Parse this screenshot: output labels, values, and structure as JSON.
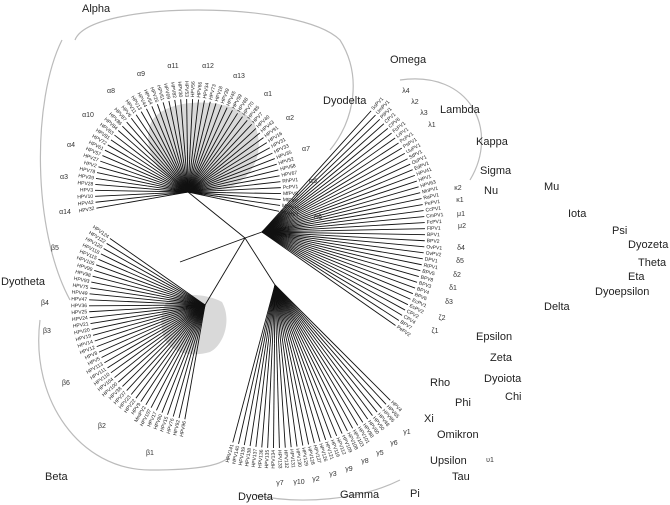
{
  "colors": {
    "branch": "#111111",
    "bracket": "#bbbbbb",
    "blob": "#d9d9d9"
  },
  "clades": {
    "alpha": "Alpha",
    "omega": "Omega",
    "dyodelta": "Dyodelta",
    "lambda": "Lambda",
    "kappa": "Kappa",
    "sigma": "Sigma",
    "mu": "Mu",
    "nu": "Nu",
    "iota": "Iota",
    "psi": "Psi",
    "dyozeta": "Dyozeta",
    "theta": "Theta",
    "eta": "Eta",
    "dyoepsilon": "Dyoepsilon",
    "delta": "Delta",
    "epsilon": "Epsilon",
    "zeta": "Zeta",
    "dyoiota": "Dyoiota",
    "rho": "Rho",
    "chi": "Chi",
    "phi": "Phi",
    "xi": "Xi",
    "omikron": "Omikron",
    "upsilon": "Upsilon",
    "tau": "Tau",
    "pi": "Pi",
    "gamma": "Gamma",
    "dyoeta": "Dyoeta",
    "beta": "Beta",
    "dyotheta": "Dyotheta"
  },
  "species": {
    "a12": "α12",
    "a13": "α13",
    "a1": "α1",
    "a11": "α11",
    "a2": "α2",
    "a7": "α7",
    "a9": "α9",
    "a5": "α5",
    "a8": "α8",
    "a6": "α6",
    "a10": "α10",
    "a4": "α4",
    "a3": "α3",
    "a14": "α14",
    "b5": "β5",
    "b4": "β4",
    "b3": "β3",
    "b6": "β6",
    "b2": "β2",
    "b1": "β1",
    "l4": "λ4",
    "l2": "λ2",
    "l3": "λ3",
    "l1": "λ1",
    "k2": "κ2",
    "k1": "κ1",
    "m1": "μ1",
    "m2": "μ2",
    "d4": "δ4",
    "d5": "δ5",
    "d2": "δ2",
    "d1": "δ1",
    "d3": "δ3",
    "z1": "ζ1",
    "z2": "ζ2",
    "u1": "υ1",
    "g1": "γ1",
    "g7": "γ7",
    "g6": "γ6",
    "g10": "γ10",
    "g3": "γ3",
    "g2": "γ2",
    "g8": "γ8",
    "g9": "γ9",
    "g5": "γ5"
  },
  "leaves": {
    "alpha": [
      "HPV32",
      "HPV42",
      "HPV10",
      "HPV3",
      "HPV28",
      "HPV29",
      "HPV78",
      "HPV2",
      "HPV27",
      "HPV57",
      "HPV61",
      "HPV72",
      "HPV81",
      "HPV83",
      "HPV84",
      "HPV86",
      "HPV87",
      "HPV6",
      "HPV11",
      "HPV13",
      "HPV44",
      "HPV54",
      "HPV26",
      "HPV51",
      "HPV69",
      "HPV82",
      "HPV30",
      "HPV53",
      "HPV56",
      "HPV66",
      "HPV34",
      "HPV73",
      "HPV18",
      "HPV39",
      "HPV45",
      "HPV59",
      "HPV68",
      "HPV70",
      "HPV85",
      "HPV7",
      "HPV40",
      "HPV43",
      "HPV91",
      "HPV16",
      "HPV31",
      "HPV33",
      "HPV35",
      "HPV52",
      "HPV58",
      "HPV67",
      "RhPV1",
      "PcPV1",
      "MfPV8",
      "MfPV9",
      "MfPV11",
      "MmPV1"
    ],
    "right": [
      "SsPV1",
      "UmPV1",
      "PlPV1",
      "CPV1",
      "CPV6",
      "FcPV1",
      "LrPV1",
      "PcPV1",
      "PsPV1",
      "UuPV1",
      "StPV1",
      "OcPV1",
      "EdPV1",
      "HPV41",
      "HPV1",
      "HPV63",
      "MnPV1",
      "RaPV1",
      "PePV1",
      "CcPV1",
      "CmPV1",
      "FcPV1",
      "FlPV1",
      "BPV1",
      "BPV2",
      "OvPV1",
      "OvPV2",
      "DPV1",
      "RtPV1",
      "BPV5",
      "BPV8",
      "BPV3",
      "BPV4",
      "BPV6",
      "EcPV1",
      "EcPV2",
      "CPV2",
      "CPV4",
      "BPV7",
      "PePV2"
    ],
    "gamma": [
      "HPV4",
      "HPV65",
      "HPV95",
      "HPV48",
      "HPV50",
      "HPV60",
      "HPV88",
      "HPV101",
      "HPV103",
      "HPV108",
      "HPV109",
      "HPV112",
      "HPV116",
      "HPV121",
      "HPV126",
      "HPV127",
      "HPV128",
      "HPV129",
      "HPV130",
      "HPV131",
      "HPV132",
      "HPV133",
      "HPV134",
      "HPV135",
      "HPV136",
      "HPV137",
      "HPV138",
      "HPV139",
      "HPV140",
      "HPV141"
    ],
    "beta": [
      "HPV96",
      "HPV92",
      "HPV76",
      "HPV15",
      "HPV80",
      "HPV17",
      "HPV107",
      "MmPV2",
      "HPV9",
      "HPV22",
      "HPV23",
      "HPV37",
      "HPV38",
      "HPV100",
      "HPV104",
      "HPV110",
      "HPV111",
      "HPV113",
      "HPV5",
      "HPV8",
      "HPV12",
      "HPV14",
      "HPV19",
      "HPV20",
      "HPV21",
      "HPV24",
      "HPV25",
      "HPV36",
      "HPV47",
      "HPV49",
      "HPV75",
      "HPV93",
      "HPV98",
      "HPV99",
      "HPV105",
      "HPV115",
      "HPV118",
      "HPV120",
      "HPV122",
      "HPV124"
    ]
  }
}
